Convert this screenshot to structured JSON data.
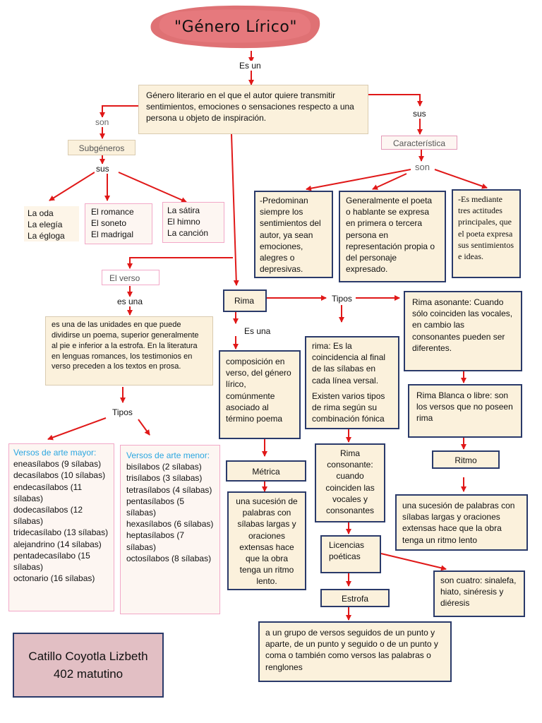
{
  "title": "\"Género Lírico\"",
  "connectors": {
    "es_un": "Es un",
    "son_left": "son",
    "sus_right": "sus",
    "sus_sub": "sus",
    "son_char": "son",
    "es_una_verso": "es una",
    "es_una_rima": "Es una",
    "tipos_rima": "Tipos",
    "tipos_verso": "Tipos"
  },
  "definition": "Género literario en el que el autor quiere transmitir sentimientos, emociones o sensaciones respecto a una persona u objeto de inspiración.",
  "subgeneros": {
    "label": "Subgéneros",
    "group1": "La oda\nLa elegía\nLa égloga",
    "group2": "El romance\nEl soneto\nEl madrigal",
    "group3": "La sátira\nEl himno\nLa canción"
  },
  "caracteristica": {
    "label": "Característica",
    "c1": "-Predominan siempre los sentimientos del autor, ya sean emociones, alegres o depresivas.",
    "c2": "Generalmente el poeta o hablante se expresa en primera o tercera persona en representación propia o del personaje expresado.",
    "c3": "-Es mediante tres actitudes principales, que el poeta expresa sus sentimientos e ideas."
  },
  "verso": {
    "label": "El verso",
    "definition": "es una de las unidades en que puede dividirse un poema, superior generalmente al pie e inferior a la estrofa. En la literatura en lenguas romances, los testimonios en verso preceden a los textos en prosa.",
    "mayor": {
      "heading": "Versos de arte mayor:",
      "items": "eneasílabos (9 sílabas)\ndecasílabos (10 sílabas)\nendecasílabos (11 sílabas)\ndodecasílabos (12 sílabas)\ntridecasílabo (13 sílabas)\nalejandrino (14 sílabas)\npentadecasílabo (15 sílabas)\noctonario (16 sílabas)"
    },
    "menor": {
      "heading": "Versos de arte menor:",
      "items": "bisílabos (2 sílabas)\ntrisílabos (3 sílabas)\ntetrasílabos (4 sílabas)\npentasílabos (5 sílabas)\nhexasílabos (6 sílabas)\nheptasílabos (7 sílabas)\noctosílabos (8 sílabas)"
    }
  },
  "rima": {
    "label": "Rima",
    "definition": "composición en verso, del género lírico, comúnmente asociado al término poema",
    "rima_def_1": "rima: Es la coincidencia al final de las sílabas en cada línea versal.",
    "rima_def_2": "Existen varios tipos de rima según su combinación fónica",
    "asonante": "Rima asonante: Cuando sólo coinciden las vocales, en cambio las consonantes pueden ser diferentes.",
    "consonante": "Rima consonante: cuando coinciden las vocales y consonantes",
    "blanca": "Rima Blanca o libre: son los versos que no poseen rima"
  },
  "metrica": {
    "label": "Métrica",
    "definition": "una sucesión de palabras con sílabas largas y oraciones extensas hace que la obra tenga un ritmo lento."
  },
  "ritmo": {
    "label": "Ritmo",
    "definition": "una sucesión de palabras con sílabas largas y oraciones extensas hace que la obra tenga un ritmo lento"
  },
  "licencias": {
    "label": "Licencias poéticas",
    "son_cuatro": "son cuatro: sinalefa, hiato, sinéresis y diéresis"
  },
  "estrofa": {
    "label": "Estrofa",
    "definition": "a un grupo de versos seguidos de un punto y aparte, de un punto y seguido o de un punto y coma o también como versos las palabras o renglones"
  },
  "author": {
    "name": "Catillo Coyotla Lizbeth",
    "group": "402 matutino"
  },
  "colors": {
    "arrow": "#e01818",
    "box_fill": "#fbf1dc",
    "box_border": "#2a3a6a",
    "heading_blue": "#2aa6e0",
    "author_fill": "#e2bfc4"
  }
}
